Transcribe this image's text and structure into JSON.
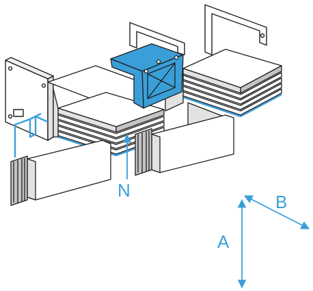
{
  "labels": {
    "neutral": "N",
    "axis_a": "A",
    "axis_b": "B"
  },
  "colors": {
    "accent": "#3a9fd8",
    "outline": "#1e1e1e",
    "face_light": "#ffffff",
    "face_shade": "#e2e2e2",
    "face_dark": "#c4c4c4"
  },
  "icons": {
    "arrow_a": "double-headed-arrow",
    "arrow_b": "double-headed-arrow"
  }
}
